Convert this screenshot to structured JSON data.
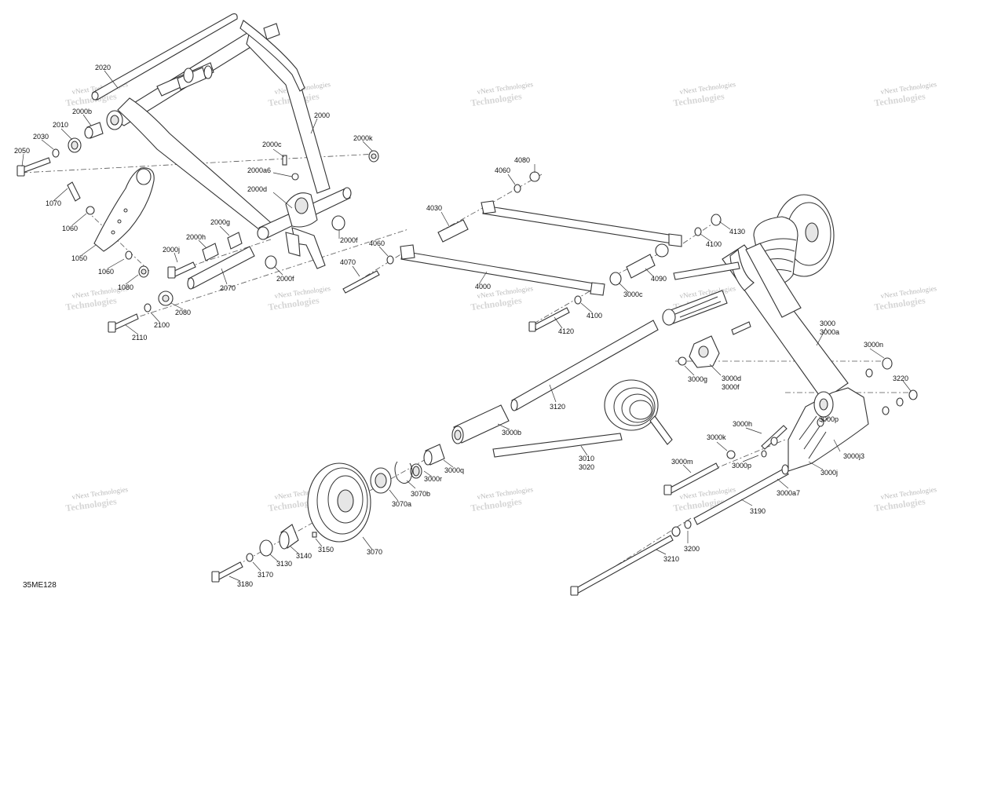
{
  "figure_id": "35ME128",
  "watermark": {
    "line1": "vNext Technologies",
    "line2": "Technologies"
  },
  "labels": {
    "l2020": "2020",
    "l2000b": "2000b",
    "l2010": "2010",
    "l2030": "2030",
    "l2050": "2050",
    "l2000": "2000",
    "l2000c": "2000c",
    "l2000k": "2000k",
    "l2000a6": "2000a6",
    "l2000d": "2000d",
    "l1070": "1070",
    "l1060a": "1060",
    "l1050": "1050",
    "l1060b": "1060",
    "l1080": "1080",
    "l2000g": "2000g",
    "l2000h": "2000h",
    "l2000j": "2000j",
    "l2070": "2070",
    "l2000f_a": "2000f",
    "l2000f_b": "2000f",
    "l2080": "2080",
    "l2100": "2100",
    "l2110": "2110",
    "l4070": "4070",
    "l4080": "4080",
    "l4060a": "4060",
    "l4030": "4030",
    "l4060b": "4060",
    "l4000": "4000",
    "l4130": "4130",
    "l4100a": "4100",
    "l4090": "4090",
    "l3000c": "3000c",
    "l4100b": "4100",
    "l4120": "4120",
    "l3000": "3000",
    "l3000a": "3000a",
    "l3000n": "3000n",
    "l3120": "3120",
    "l3000g": "3000g",
    "l3000d": "3000d",
    "l3000f": "3000f",
    "l3220": "3220",
    "l3000p_a": "3000p",
    "l3000b": "3000b",
    "l3000h": "3000h",
    "l3000k": "3000k",
    "l3000p_b": "3000p",
    "l3000j3": "3000j3",
    "l3000j": "3000j",
    "l3000a7": "3000a7",
    "l3000m": "3000m",
    "l3010": "3010",
    "l3020": "3020",
    "l3000q": "3000q",
    "l3000r": "3000r",
    "l3070b": "3070b",
    "l3070a": "3070a",
    "l3070": "3070",
    "l3150": "3150",
    "l3140": "3140",
    "l3130": "3130",
    "l3170": "3170",
    "l3180": "3180",
    "l3190": "3190",
    "l3200": "3200",
    "l3210": "3210"
  }
}
